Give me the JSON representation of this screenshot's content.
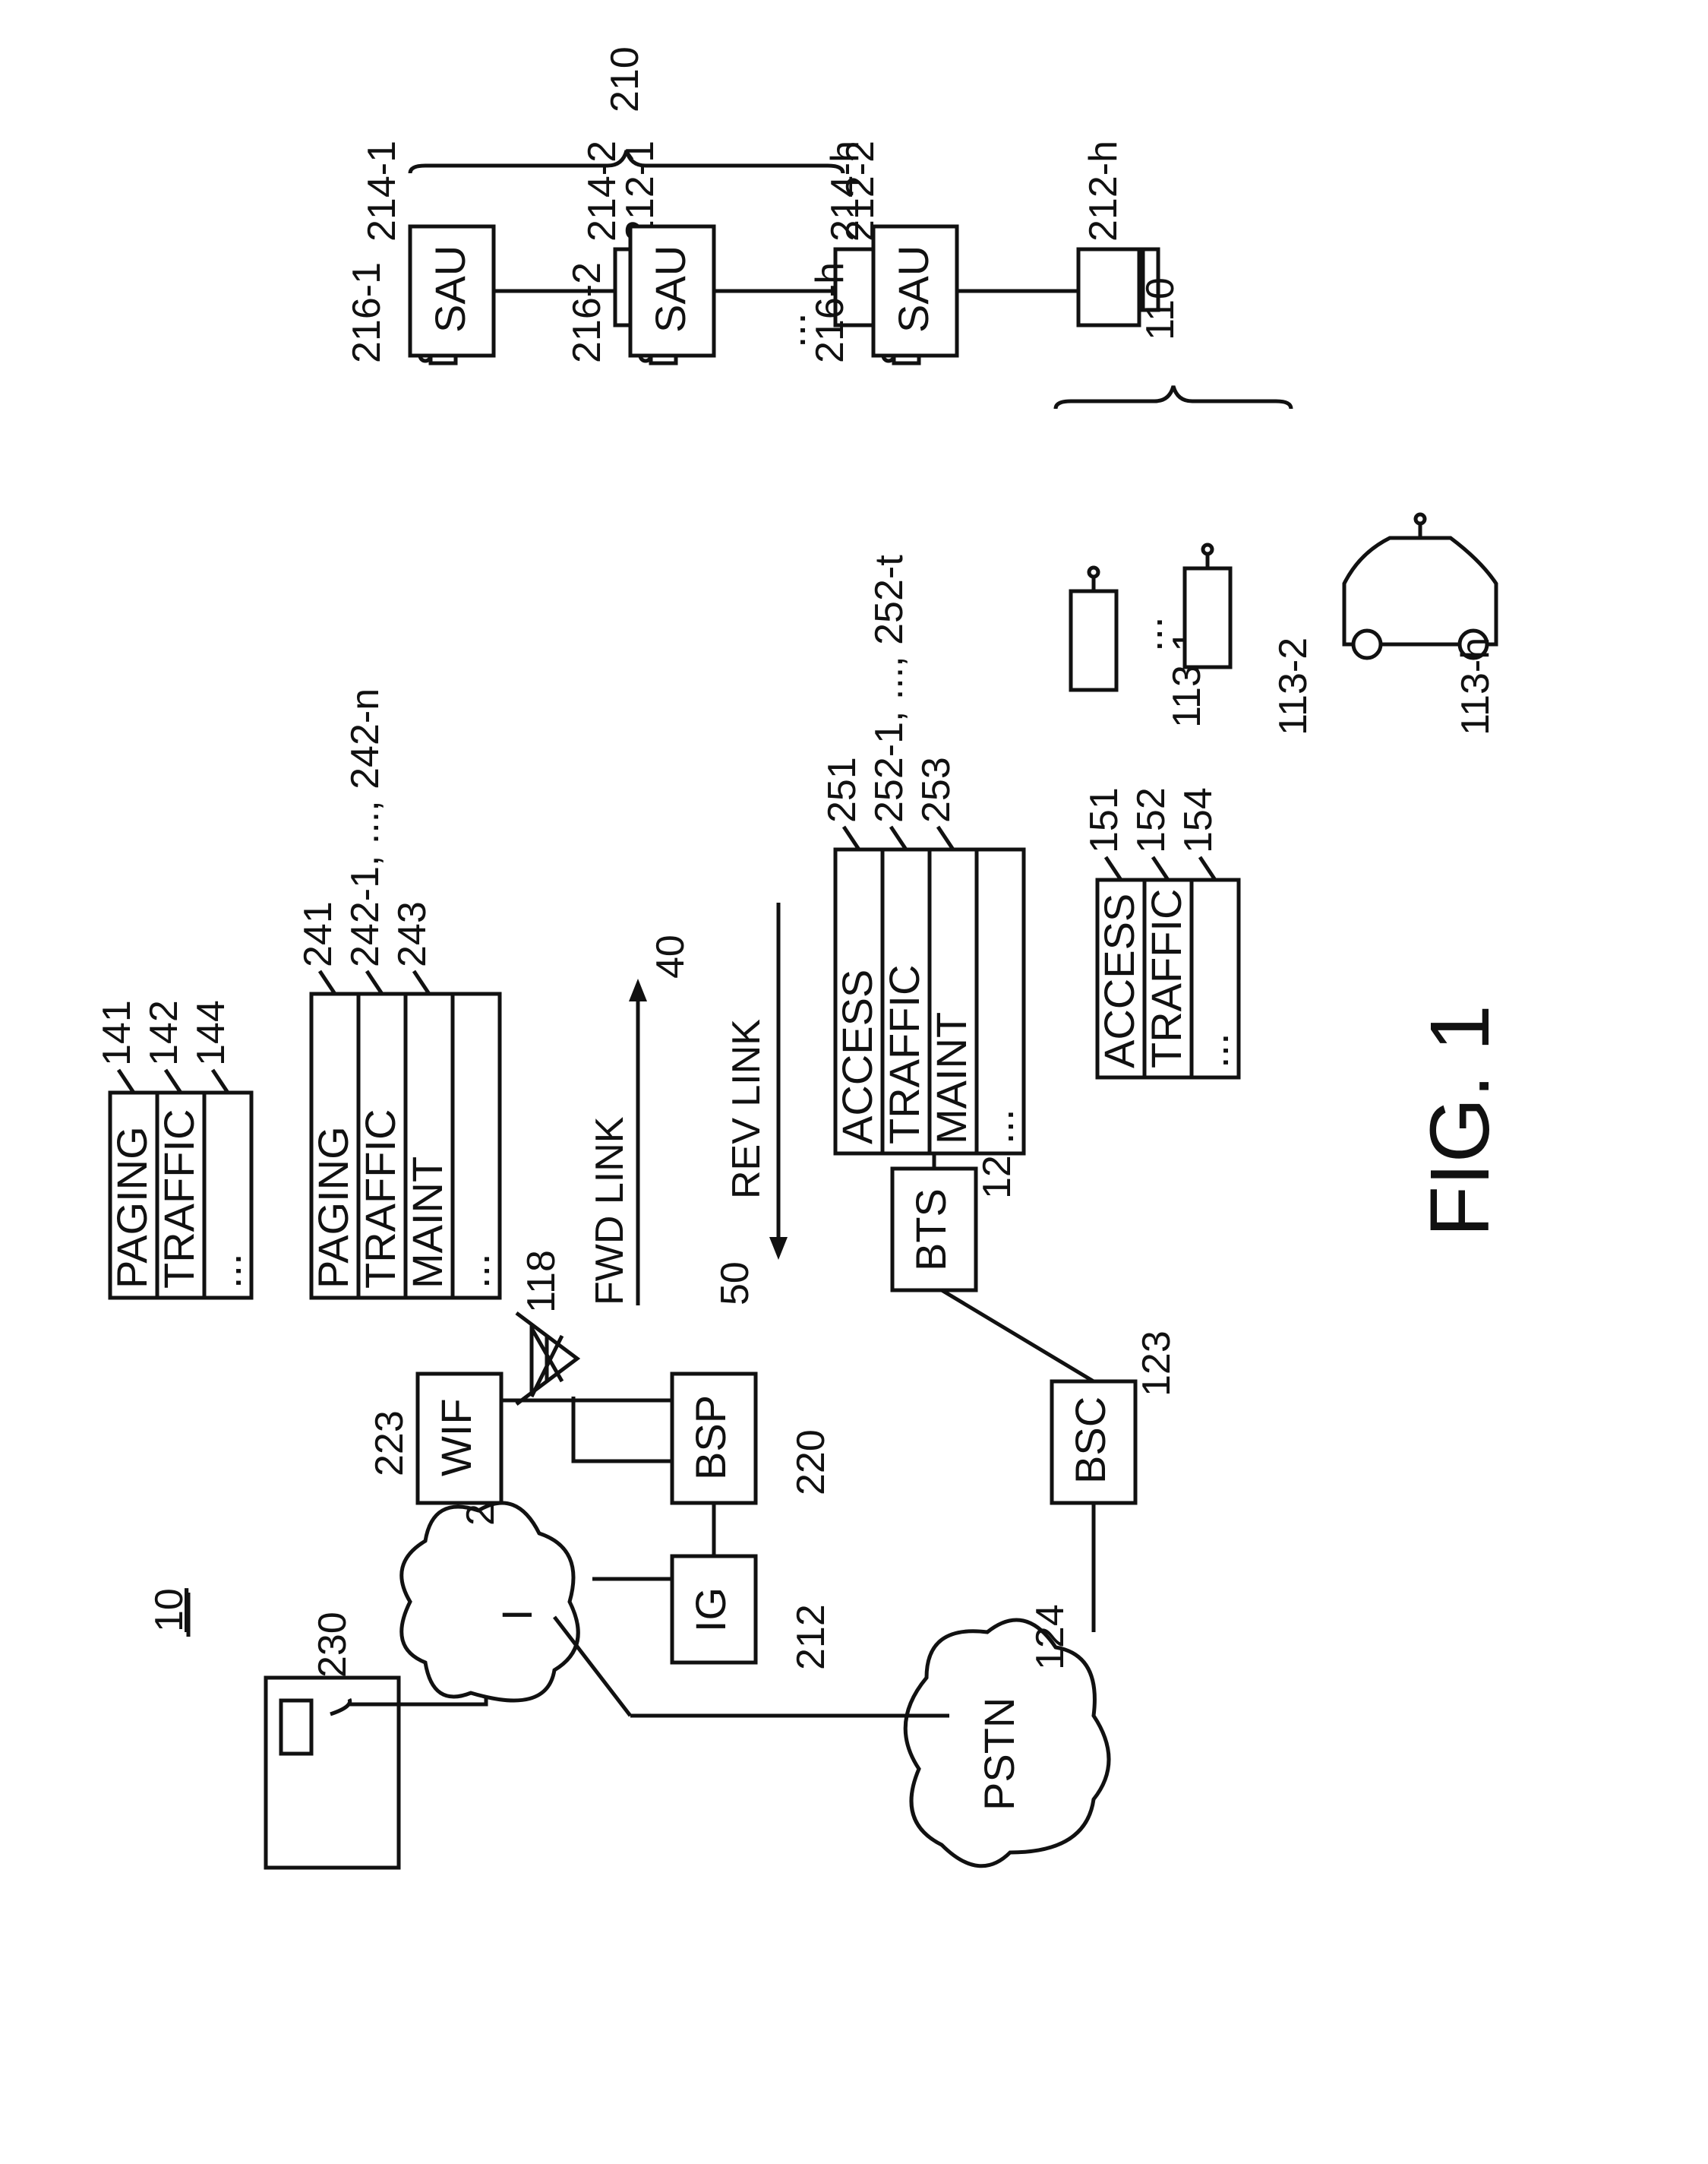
{
  "figure": {
    "caption": "FIG. 1",
    "system_ref": "10"
  },
  "nodes": {
    "server": {
      "ref": "230"
    },
    "internet": {
      "text": "I",
      "ref": "224"
    },
    "pstn": {
      "text": "PSTN",
      "ref": "124"
    },
    "ig": {
      "text": "IG",
      "ref": "212"
    },
    "wif": {
      "text": "WIF",
      "ref": "223"
    },
    "bsp": {
      "text": "BSP",
      "ref": "220"
    },
    "bts": {
      "text": "BTS",
      "ref": "120"
    },
    "bsc": {
      "text": "BSC",
      "ref": "123"
    },
    "tower_upper": {
      "ref": "118"
    },
    "tower_lower": {
      "ref": "118"
    }
  },
  "links": {
    "fwd": {
      "text": "FWD LINK",
      "ref": "40"
    },
    "rev": {
      "text": "REV LINK",
      "ref": "50"
    }
  },
  "channel_groups": [
    {
      "name": "group-141",
      "cells": [
        "PAGING",
        "TRAFFIC",
        "..."
      ],
      "refs": [
        "141",
        "142",
        "144"
      ]
    },
    {
      "name": "group-241",
      "cells": [
        "PAGING",
        "TRAFFIC",
        "MAINT",
        "..."
      ],
      "refs": [
        "241",
        "242-1, ..., 242-n",
        "243"
      ]
    },
    {
      "name": "group-251",
      "cells": [
        "ACCESS",
        "TRAFFIC",
        "MAINT",
        "..."
      ],
      "refs": [
        "251",
        "252-1, ..., 252-t",
        "253"
      ]
    },
    {
      "name": "group-151",
      "cells": [
        "ACCESS",
        "TRAFFIC",
        "..."
      ],
      "refs": [
        "151",
        "152",
        "154"
      ]
    }
  ],
  "subscriber_units": [
    {
      "sau": "SAU",
      "sau_ref": "214-1",
      "antenna_ref": "216-1",
      "pc_ref": "212-1"
    },
    {
      "sau": "SAU",
      "sau_ref": "214-2",
      "antenna_ref": "216-2",
      "pc_ref": "212-2"
    },
    {
      "sau": "SAU",
      "sau_ref": "214-h",
      "antenna_ref": "216-h",
      "pc_ref": "212-h"
    }
  ],
  "group_210_ref": "210",
  "group_110_ref": "110",
  "mobiles": {
    "m1_ref": "113-1",
    "m2_ref": "113-2",
    "car_ref": "113-h"
  },
  "ellipsis": "..."
}
